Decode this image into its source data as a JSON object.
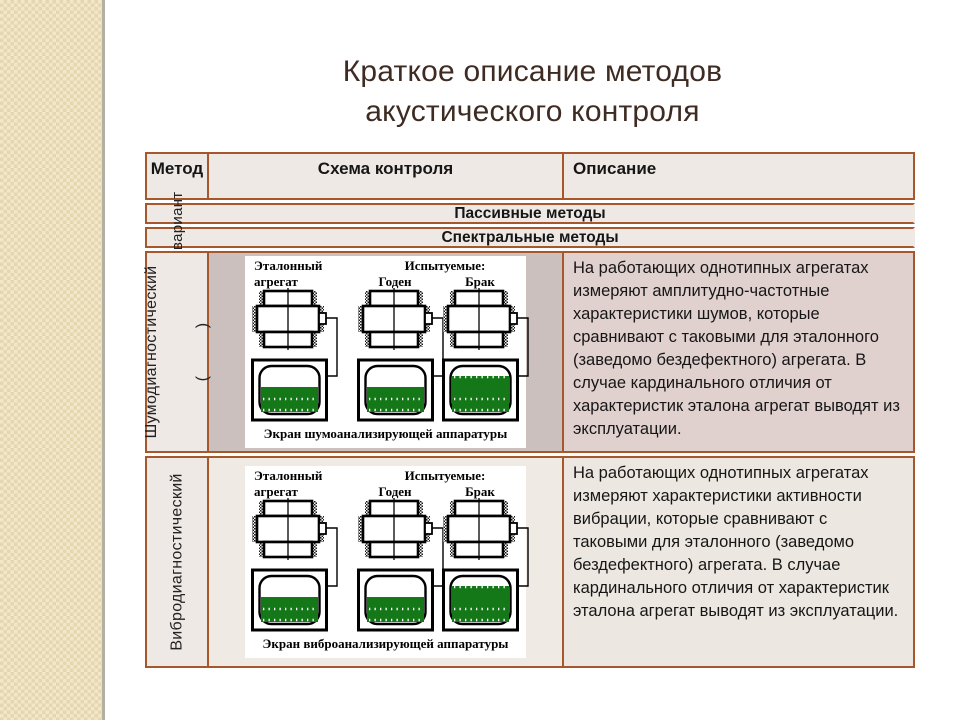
{
  "title": {
    "line1": "Краткое описание методов",
    "line2": "акустического контроля"
  },
  "table": {
    "headers": {
      "method": "Метод",
      "scheme": "Схема контроля",
      "description": "Описание"
    },
    "variant_overlay": "вариант",
    "group_rows": [
      "Пассивные методы",
      "Спектральные методы"
    ],
    "rows": [
      {
        "method_label": "Шумодиагностический",
        "method_suffix": "(          )",
        "diagram": {
          "reference_label": "Эталонный агрегат",
          "tested_label": "Испытуемые:",
          "good_label": "Годен",
          "defect_label": "Брак",
          "caption": "Экран шумоанализирующей аппаратуры"
        },
        "description": "На работающих однотипных агрегатах измеряют амплитудно-частотные характеристики шумов, которые сравнивают с таковыми для эталонного (заведомо бездефектного) агрегата. В случае кардинального отличия от характеристик эталона агрегат выводят из эксплуатации."
      },
      {
        "method_label": "Вибродиагностический",
        "method_suffix": "",
        "diagram": {
          "reference_label": "Эталонный агрегат",
          "tested_label": "Испытуемые:",
          "good_label": "Годен",
          "defect_label": "Брак",
          "caption": "Экран виброанализирующей аппаратуры"
        },
        "description": "На работающих однотипных агрегатах измеряют характеристики активности вибрации, которые сравнивают с таковыми для эталонного (заведомо бездефектного) агрегата. В случае кардинального отличия от характеристик эталона агрегат выводят из эксплуатации."
      }
    ]
  },
  "colors": {
    "title_color": "#3e2b22",
    "table_border": "#a6572c",
    "screen_green": "#147819"
  }
}
